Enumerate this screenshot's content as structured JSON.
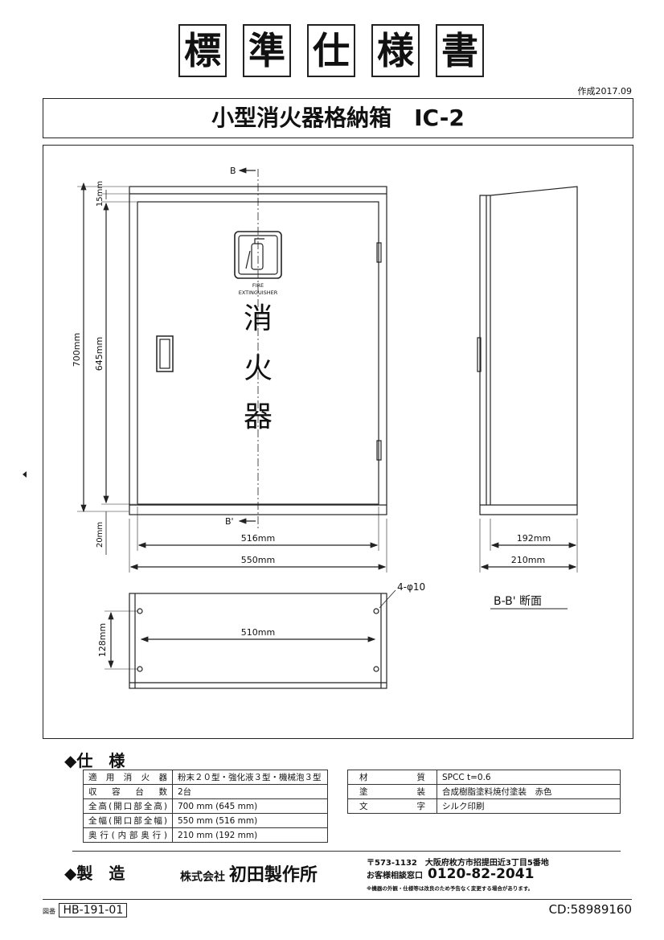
{
  "header": {
    "title_chars": [
      "標",
      "準",
      "仕",
      "様",
      "書"
    ],
    "created": "作成2017.09",
    "product": "小型消火器格納箱　IC-2"
  },
  "drawing": {
    "section_mark_top": "B",
    "section_mark_bottom": "B'",
    "dim_top_frame": "15mm",
    "dim_total_height": "700mm",
    "dim_door_height": "645mm",
    "dim_bottom_gap": "20mm",
    "dim_door_width": "516mm",
    "dim_total_width": "550mm",
    "panel_text_en": [
      "FIRE",
      "EXTINGUISHER"
    ],
    "panel_text_jp": [
      "消",
      "火",
      "器"
    ],
    "side_depth_inner": "192mm",
    "side_depth_outer": "210mm",
    "section_label": "B-B' 断面",
    "hole_label": "4-φ10",
    "back_hole_width": "510mm",
    "back_hole_height": "128mm"
  },
  "spec": {
    "heading": "◆仕　様",
    "left_rows": [
      {
        "label": "適用消火器",
        "value": "粉末２０型・強化液３型・機械泡３型"
      },
      {
        "label": "収容台数",
        "value": "2台"
      },
      {
        "label": "全高(開口部全高)",
        "value": "700 mm (645 mm)"
      },
      {
        "label": "全幅(開口部全幅)",
        "value": "550 mm (516 mm)"
      },
      {
        "label": "奥行(内部奥行)",
        "value": "210 mm (192 mm)"
      }
    ],
    "right_rows": [
      {
        "label": "材質",
        "value": "SPCC t=0.6"
      },
      {
        "label": "塗装",
        "value": "合成樹脂塗料焼付塗装　赤色"
      },
      {
        "label": "文字",
        "value": "シルク印刷"
      }
    ]
  },
  "maker": {
    "heading": "◆製　造",
    "company_prefix": "株式会社",
    "company_name": "初田製作所",
    "address": "〒573-1132　大阪府枚方市招提田近3丁目5番地",
    "phone_label": "お客様相談窓口",
    "phone": "0120-82-2041",
    "note": "※機器の外観・仕様等は改良のため予告なく変更する場合があります。"
  },
  "footer": {
    "drawing_mark": "図番",
    "drawing_no": "HB-191-01",
    "cd": "CD:58989160"
  }
}
